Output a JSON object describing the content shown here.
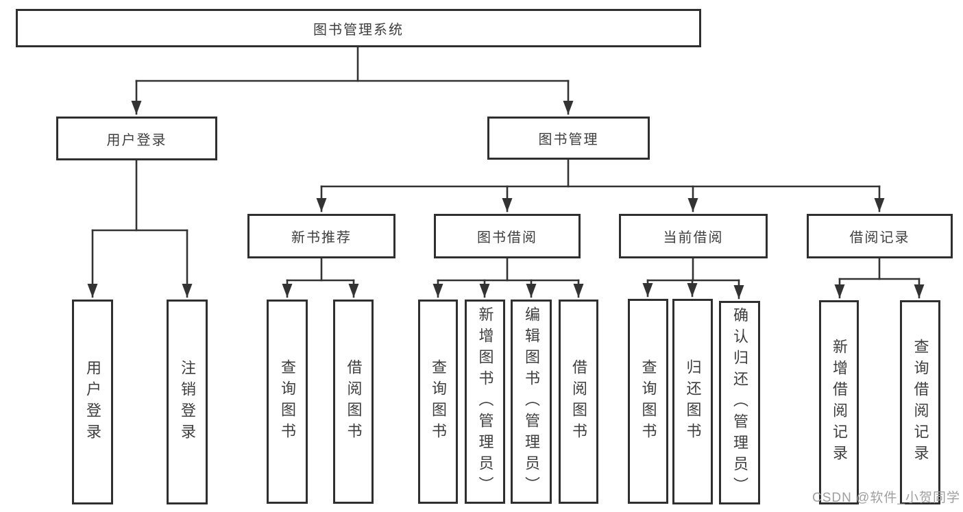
{
  "diagram_title": "图书管理系统",
  "tree": {
    "root": {
      "label": "图书管理系统"
    },
    "branches": [
      {
        "label": "用户登录",
        "children": [
          {
            "label": "用户登录"
          },
          {
            "label": "注销登录"
          }
        ]
      },
      {
        "label": "图书管理",
        "children": [
          {
            "label": "新书推荐",
            "children": [
              {
                "label": "查询图书"
              },
              {
                "label": "借阅图书"
              }
            ]
          },
          {
            "label": "图书借阅",
            "children": [
              {
                "label": "查询图书"
              },
              {
                "label": "新增图书（管理员）"
              },
              {
                "label": "编辑图书（管理员）"
              },
              {
                "label": "借阅图书"
              }
            ]
          },
          {
            "label": "当前借阅",
            "children": [
              {
                "label": "查询图书"
              },
              {
                "label": "归还图书"
              },
              {
                "label": "确认归还（管理员）"
              }
            ]
          },
          {
            "label": "借阅记录",
            "children": [
              {
                "label": "新增借阅记录"
              },
              {
                "label": "查询借阅记录"
              }
            ]
          }
        ]
      }
    ]
  },
  "watermark": {
    "text": "CSDN @软件_小贺同学"
  },
  "colors": {
    "line": "#333333",
    "box_border": "#2f2f2f",
    "text": "#3e3e3e",
    "watermark": "#9f9f9f",
    "background": "#ffffff"
  }
}
